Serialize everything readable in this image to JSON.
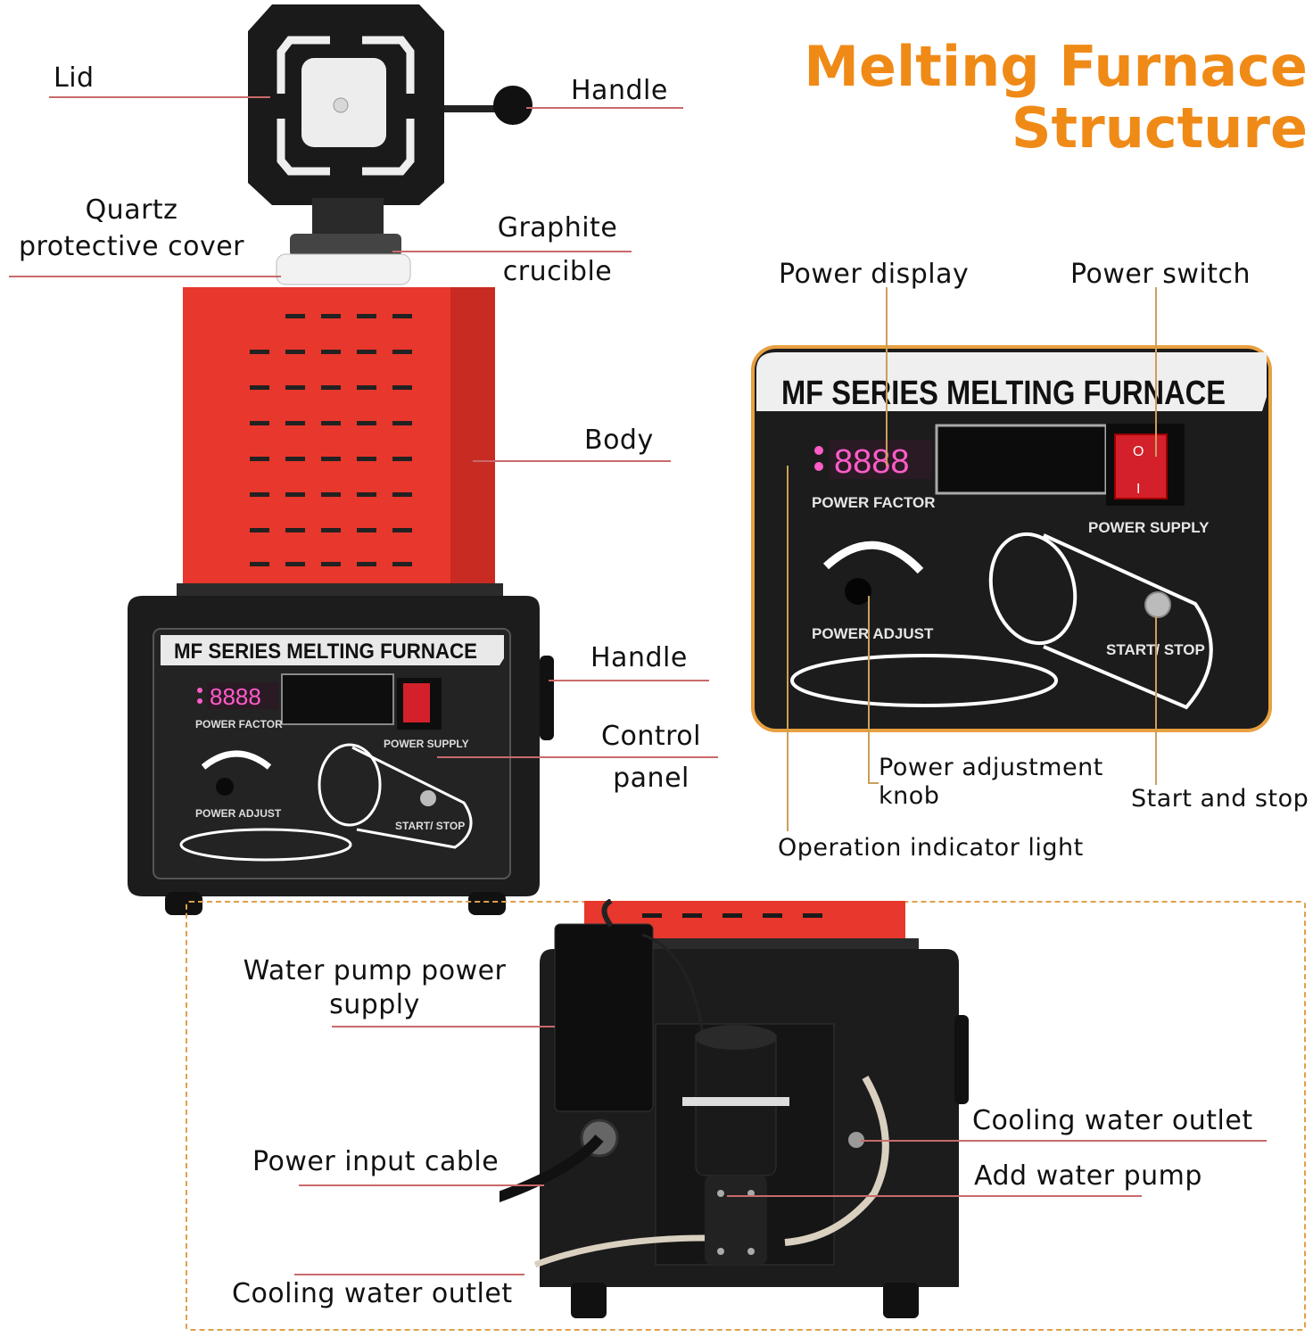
{
  "title": {
    "line1": "Melting Furnace",
    "line2": "Structure"
  },
  "labels": {
    "lid": "Lid",
    "handle_top": "Handle",
    "quartz_line1": "Quartz",
    "quartz_line2": "protective cover",
    "graphite_line1": "Graphite",
    "graphite_line2": "crucible",
    "body": "Body",
    "handle_side": "Handle",
    "control_line1": "Control",
    "control_line2": "panel"
  },
  "panel_labels": {
    "power_display": "Power display",
    "power_switch": "Power switch",
    "power_adjustment_line1": "Power adjustment",
    "power_adjustment_line2": "knob",
    "start_stop": "Start and stop",
    "operation_indicator": "Operation indicator light"
  },
  "panel_text": {
    "brand": "MF SERIES MELTING FURNACE",
    "power_factor": "POWER FACTOR",
    "power_supply": "POWER SUPPLY",
    "power_adjust": "POWER ADJUST",
    "start_stop": "START/ STOP",
    "display_digits": "8888",
    "switch_on": "O",
    "switch_off": "I"
  },
  "rear_labels": {
    "pump_power_line1": "Water pump power",
    "pump_power_line2": "supply",
    "power_input": "Power input cable",
    "cooling_outlet_bottom": "Cooling water outlet",
    "cooling_outlet_right": "Cooling water outlet",
    "add_pump": "Add water pump"
  },
  "colors": {
    "title": "#f08a17",
    "furnace_red": "#e8372c",
    "panel_black": "#1c1c1c",
    "frame_orange": "#e8a040",
    "leader_red": "#c96a6a"
  }
}
